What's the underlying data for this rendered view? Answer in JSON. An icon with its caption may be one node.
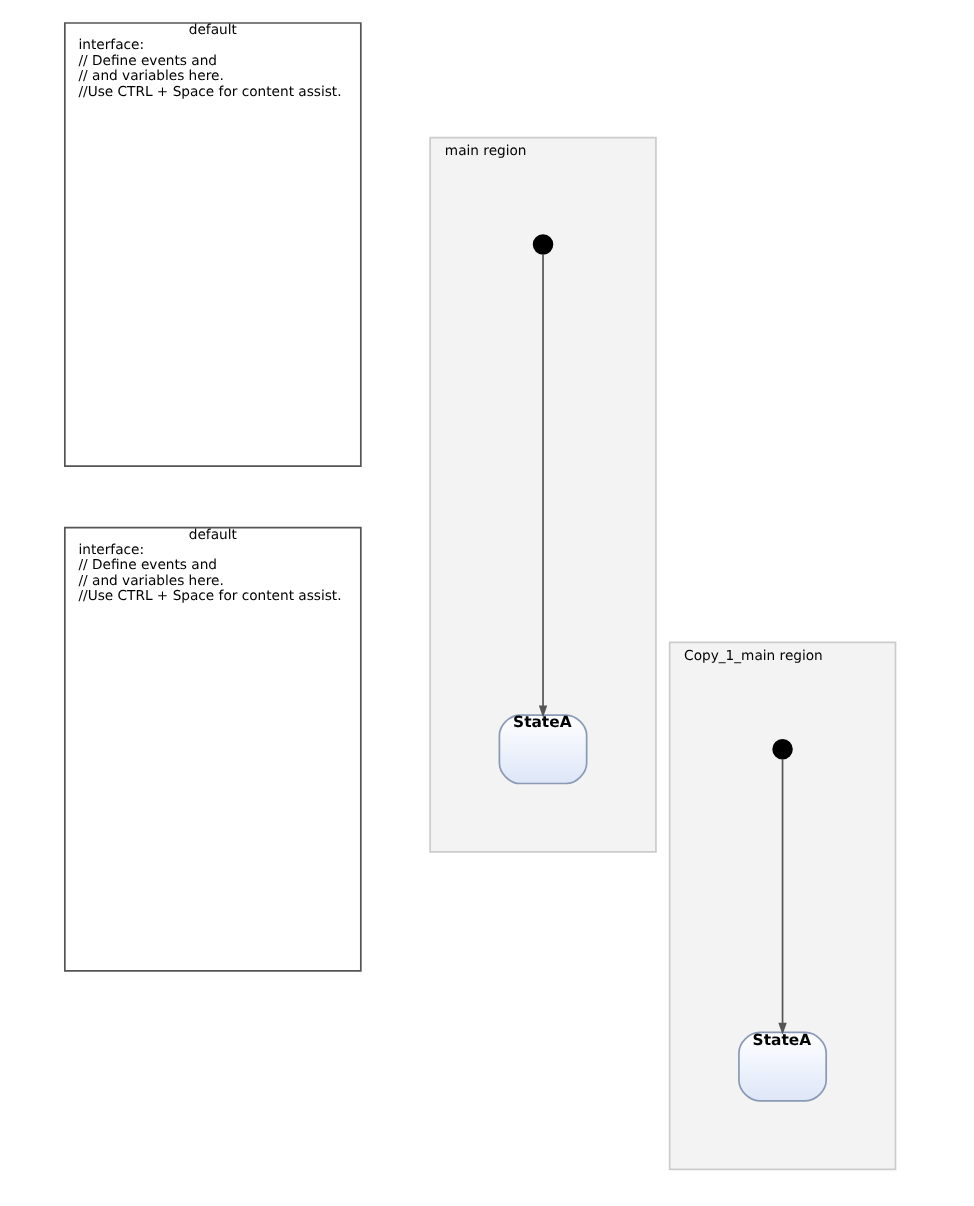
{
  "diagram": {
    "nodes": [
      {
        "text": [
          "default",
          "interface:",
          "// Define events and",
          "// and variables here.",
          "//Use CTRL + Space for content assist."
        ]
      },
      {
        "text": [
          "main region"
        ]
      },
      {
        "text": [],
        "shape": "circle",
        "in": 1
      },
      {
        "text": [
          "StateA"
        ],
        "in": 1
      },
      {
        "text": [
          "default",
          "interface:",
          "// Define events and",
          "// and variables here.",
          "//Use CTRL + Space for content assist."
        ]
      },
      {
        "text": [
          "Copy_1_main region"
        ]
      },
      {
        "text": [],
        "shape": "circle",
        "in": 5
      },
      {
        "text": [
          "StateA"
        ],
        "in": 5
      }
    ],
    "edges": [
      {
        "from": 2,
        "to": 3,
        "arrow": "to"
      },
      {
        "from": 6,
        "to": 7,
        "arrow": "to"
      }
    ]
  }
}
